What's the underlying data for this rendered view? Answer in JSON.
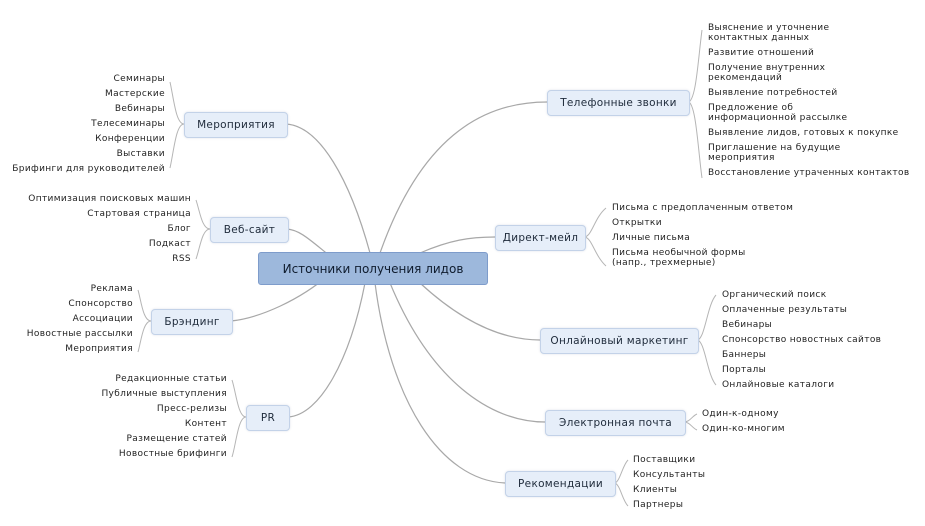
{
  "central": "Источники получения лидов",
  "left": {
    "events": {
      "label": "Мероприятия",
      "items": [
        "Семинары",
        "Мастерские",
        "Вебинары",
        "Телесеминары",
        "Конференции",
        "Выставки",
        "Брифинги для руководителей"
      ]
    },
    "website": {
      "label": "Веб-сайт",
      "items": [
        "Оптимизация поисковых машин",
        "Стартовая страница",
        "Блог",
        "Подкаст",
        "RSS"
      ]
    },
    "branding": {
      "label": "Брэндинг",
      "items": [
        "Реклама",
        "Спонсорство",
        "Ассоциации",
        "Новостные рассылки",
        "Мероприятия"
      ]
    },
    "pr": {
      "label": "PR",
      "items": [
        "Редакционные статьи",
        "Публичные выступления",
        "Пресс-релизы",
        "Контент",
        "Размещение статей",
        "Новостные брифинги"
      ]
    }
  },
  "right": {
    "phone": {
      "label": "Телефонные звонки",
      "items": [
        "Выяснение и уточнение\nконтактных данных",
        "Развитие отношений",
        "Получение внутренних\nрекомендаций",
        "Выявление потребностей",
        "Предложение об\nинформационной рассылке",
        "Выявление лидов, готовых к покупке",
        "Приглашение на будущие\nмероприятия",
        "Восстановление утраченных контактов"
      ]
    },
    "direct_mail": {
      "label": "Директ-мейл",
      "items": [
        "Письма с предоплаченным ответом",
        "Открытки",
        "Личные письма",
        "Письма необычной формы\n(напр., трехмерные)"
      ]
    },
    "online": {
      "label": "Онлайновый маркетинг",
      "items": [
        "Органический поиск",
        "Оплаченные результаты",
        "Вебинары",
        "Спонсорство новостных сайтов",
        "Баннеры",
        "Порталы",
        "Онлайновые каталоги"
      ]
    },
    "email": {
      "label": "Электронная почта",
      "items": [
        "Один-к-одному",
        "Один-ко-многим"
      ]
    },
    "referrals": {
      "label": "Рекомендации",
      "items": [
        "Поставщики",
        "Консультанты",
        "Клиенты",
        "Партнеры"
      ]
    }
  }
}
